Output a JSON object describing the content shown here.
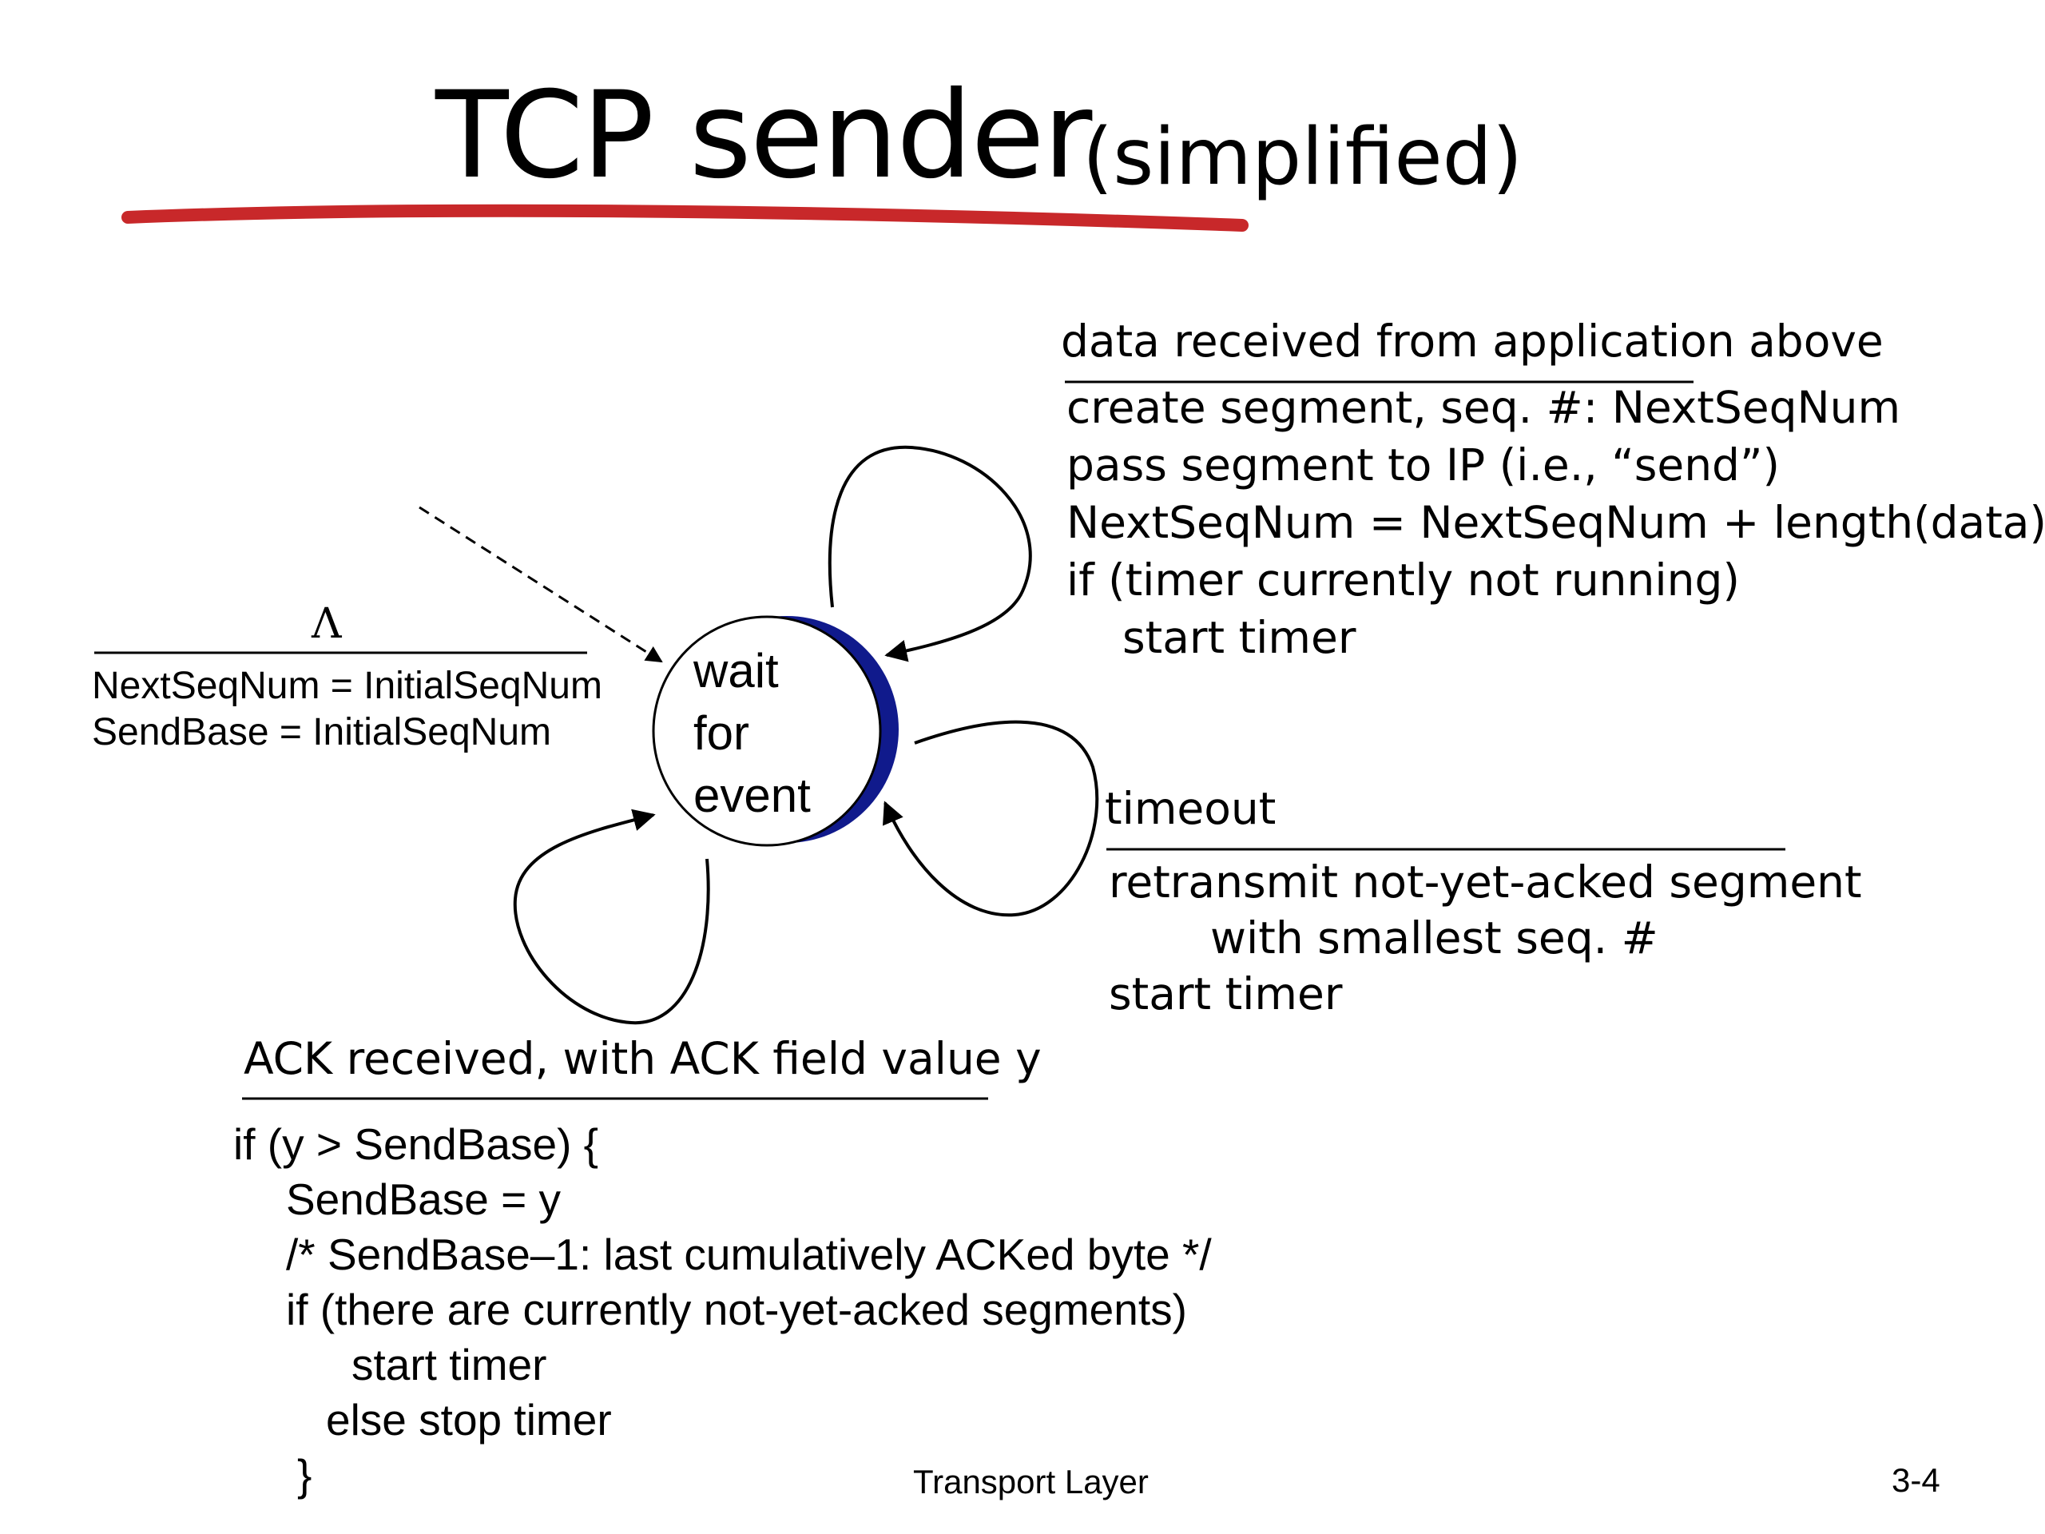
{
  "title": {
    "main": "TCP sender",
    "sub": "(simplified)"
  },
  "state": {
    "lines": [
      "wait",
      "for",
      "event"
    ]
  },
  "init_transition": {
    "event": "Λ",
    "actions": [
      "NextSeqNum = InitialSeqNum",
      "SendBase = InitialSeqNum"
    ]
  },
  "data_transition": {
    "event": "data received from application above",
    "actions": [
      "create segment, seq. #: NextSeqNum",
      "pass segment to IP (i.e., “send”)",
      "NextSeqNum = NextSeqNum + length(data)",
      "if (timer currently not running)",
      "start timer"
    ]
  },
  "timeout_transition": {
    "event": "timeout",
    "actions": [
      "retransmit not-yet-acked segment",
      "with smallest seq. #",
      "start timer"
    ]
  },
  "ack_transition": {
    "event": "ACK received, with ACK field value y",
    "actions": [
      "if (y > SendBase) {",
      "SendBase = y",
      "/* SendBase–1: last cumulatively ACKed byte */",
      "if (there are currently not-yet-acked segments)",
      "start timer",
      "else stop timer",
      "}"
    ]
  },
  "footer": {
    "center": "Transport Layer",
    "page": "3-4"
  },
  "colors": {
    "underline_red": "#c8282a",
    "state_shadow_blue": "#101a8c"
  }
}
